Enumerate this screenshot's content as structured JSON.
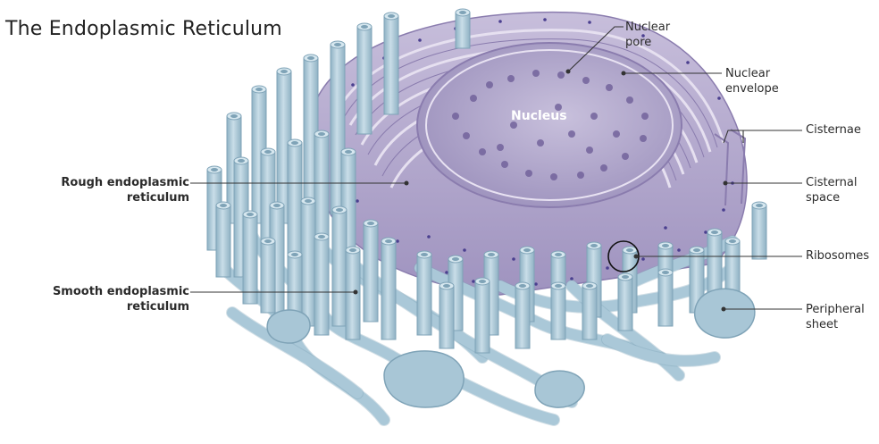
{
  "title": "The Endoplasmic Reticulum",
  "labels": {
    "nucleus": "Nucleus",
    "nuclear_pore": [
      "Nuclear",
      "pore"
    ],
    "nuclear_envelope": [
      "Nuclear",
      "envelope"
    ],
    "cisternae": "Cisternae",
    "cisternal_space": [
      "Cisternal",
      "space"
    ],
    "ribosomes": "Ribosomes",
    "peripheral_sheet": [
      "Peripheral",
      "sheet"
    ],
    "rough_er": [
      "Rough endoplasmic",
      "reticulum"
    ],
    "smooth_er": [
      "Smooth endoplasmic",
      "reticulum"
    ]
  },
  "colors": {
    "tubule": "#aac8d8",
    "tubule_dark": "#7fa3b7",
    "tubule_light": "#d6e7ef",
    "cisternae": "#b9aed0",
    "cisternae_dark": "#8a7cae",
    "nucleus": "#b6accd",
    "pore": "#6f5f99",
    "ribosome": "#4a3f8f",
    "leader_line": "#333333"
  }
}
